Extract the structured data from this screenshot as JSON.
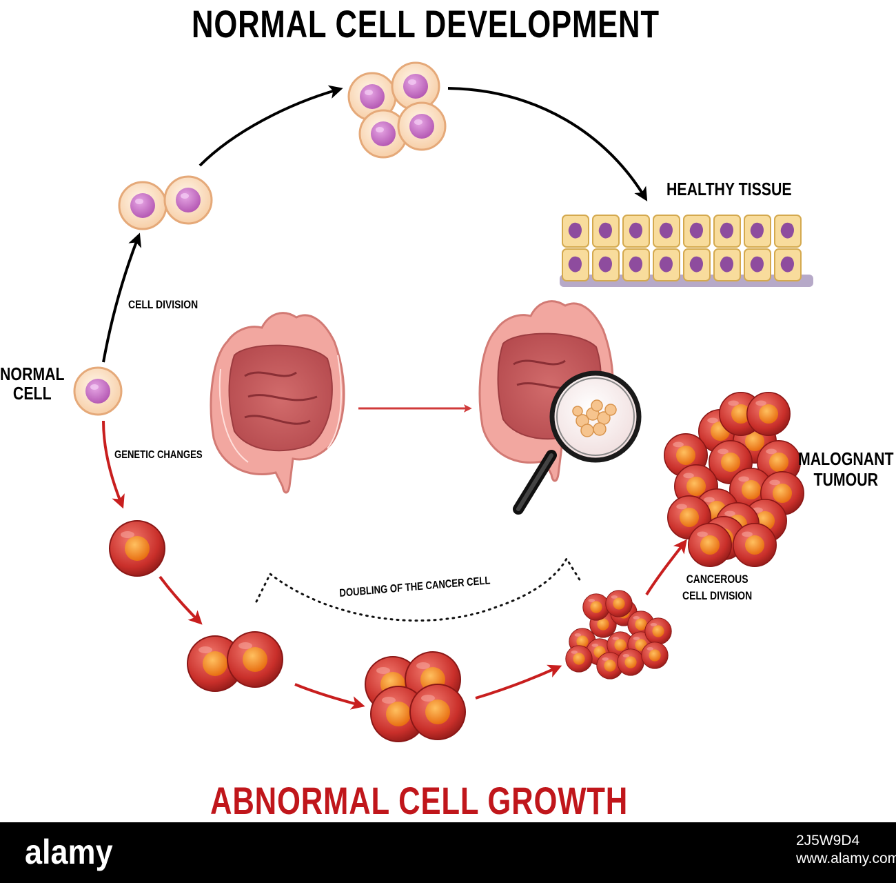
{
  "titles": {
    "top": "NORMAL CELL DEVELOPMENT",
    "bottom": "ABNORMAL CELL GROWTH"
  },
  "labels": {
    "cell_division": "CELL DIVISION",
    "normal_cell_line1": "NORMAL",
    "normal_cell_line2": "CELL",
    "genetic_changes": "GENETIC CHANGES",
    "healthy_tissue": "HEALTHY TISSUE",
    "malignant_line1": "MALOGNANT",
    "malignant_line2": "TUMOUR",
    "cancerous_line1": "CANCEROUS",
    "cancerous_line2": "CELL DIVISION",
    "doubling": "DOUBLING OF THE CANCER CELL"
  },
  "footer": {
    "brand": "alamy",
    "image_id": "2J5W9D4",
    "site": "www.alamy.com"
  },
  "colors": {
    "title_top": "#000000",
    "title_bottom": "#c0161b",
    "normal_arrow": "#000000",
    "abnormal_arrow": "#c81e1e",
    "normal_cell_fill": "#fde3c8",
    "normal_nucleus": "#c978c8",
    "cancer_cell_fill": "#c9302c",
    "cancer_nucleus": "#f08a1c",
    "tissue_fill": "#f8dc9c",
    "tissue_nucleus": "#8e4c9e",
    "intestine": "#f2a7a0"
  }
}
